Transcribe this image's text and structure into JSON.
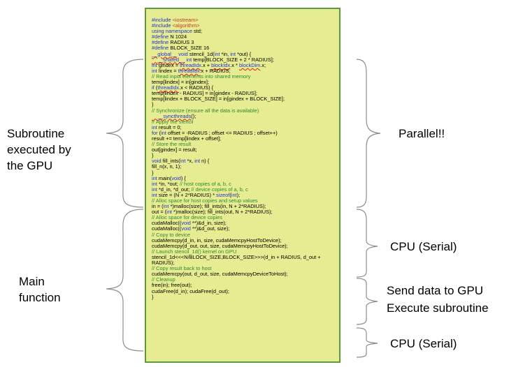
{
  "code_lines": [
    [
      {
        "t": "#include ",
        "c": "kw"
      },
      {
        "t": "<iostream>",
        "c": "inc"
      }
    ],
    [
      {
        "t": "#include ",
        "c": "kw"
      },
      {
        "t": "<algorithm>",
        "c": "inc"
      }
    ],
    [
      {
        "t": "using namespace ",
        "c": "kw"
      },
      {
        "t": "std;"
      }
    ],
    [
      {
        "t": "#define ",
        "c": "kw"
      },
      {
        "t": "N 1024"
      }
    ],
    [
      {
        "t": "#define ",
        "c": "kw"
      },
      {
        "t": "RADIUS 3"
      }
    ],
    [
      {
        "t": "#define ",
        "c": "kw"
      },
      {
        "t": "BLOCK_SIZE 16"
      }
    ],
    [
      {
        "t": "__global__",
        "c": "kw",
        "w": true
      },
      {
        "t": " void ",
        "c": "kw"
      },
      {
        "t": "stencil_1d("
      },
      {
        "t": "int",
        "c": "kw"
      },
      {
        "t": " *in, "
      },
      {
        "t": "int",
        "c": "kw"
      },
      {
        "t": " *out) {"
      }
    ],
    [
      {
        "t": "    __shared__",
        "c": "kw",
        "w": true
      },
      {
        "t": " int ",
        "c": "kw"
      },
      {
        "t": "temp[BLOCK_SIZE + 2 * RADIUS];"
      }
    ],
    [
      {
        "t": "int",
        "c": "kw"
      },
      {
        "t": " gindex = "
      },
      {
        "t": "threadIdx",
        "c": "kw",
        "w": true
      },
      {
        "t": ".x + "
      },
      {
        "t": "blockIdx",
        "c": "kw",
        "w": true
      },
      {
        "t": ".x * "
      },
      {
        "t": "blockDim",
        "c": "kw",
        "w": true
      },
      {
        "t": ".x;"
      }
    ],
    [
      {
        "t": "int",
        "c": "kw"
      },
      {
        "t": " lindex = "
      },
      {
        "t": "threadIdx",
        "c": "kw",
        "w": true
      },
      {
        "t": ".x + RADIUS;"
      }
    ],
    [
      {
        "t": "// Read input elements into shared memory",
        "c": "cm"
      }
    ],
    [
      {
        "t": "temp[lindex] = in[gindex];"
      }
    ],
    [
      {
        "t": "if",
        "c": "kw"
      },
      {
        "t": " ("
      },
      {
        "t": "threadIdx",
        "c": "kw",
        "w": true
      },
      {
        "t": ".x < RADIUS) {"
      }
    ],
    [
      {
        "t": "temp[lindex - RADIUS] = in[gindex - RADIUS];"
      }
    ],
    [
      {
        "t": "temp[lindex + BLOCK_SIZE] = in[gindex + BLOCK_SIZE];"
      }
    ],
    [
      {
        "t": "}"
      }
    ],
    [
      {
        "t": "// Synchronize (ensure all the data is available)",
        "c": "cm"
      }
    ],
    [
      {
        "t": "    __syncthreads",
        "c": "kw",
        "w": true
      },
      {
        "t": "();"
      }
    ],
    [
      {
        "t": "// Apply the stencil",
        "c": "cm"
      }
    ],
    [
      {
        "t": "int",
        "c": "kw"
      },
      {
        "t": " result = 0;"
      }
    ],
    [
      {
        "t": "for",
        "c": "kw"
      },
      {
        "t": " ("
      },
      {
        "t": "int",
        "c": "kw"
      },
      {
        "t": " offset = -RADIUS ; offset <= RADIUS ; offset++)"
      }
    ],
    [
      {
        "t": "result += temp[lindex + offset];"
      }
    ],
    [
      {
        "t": "// Store the result",
        "c": "cm"
      }
    ],
    [
      {
        "t": "out[gindex] = result;"
      }
    ],
    [
      {
        "t": "}"
      }
    ],
    [
      {
        "t": "void",
        "c": "kw"
      },
      {
        "t": " fill_ints("
      },
      {
        "t": "int",
        "c": "kw"
      },
      {
        "t": " *x, "
      },
      {
        "t": "int",
        "c": "kw"
      },
      {
        "t": " n) {"
      }
    ],
    [
      {
        "t": "fill_n(x, n, 1);"
      }
    ],
    [
      {
        "t": "}"
      }
    ],
    [
      {
        "t": "int",
        "c": "kw"
      },
      {
        "t": " main("
      },
      {
        "t": "void",
        "c": "kw"
      },
      {
        "t": ") {"
      }
    ],
    [
      {
        "t": "int",
        "c": "kw"
      },
      {
        "t": " *in, *out; "
      },
      {
        "t": "// host copies of a, b, c",
        "c": "cm"
      }
    ],
    [
      {
        "t": "int",
        "c": "kw"
      },
      {
        "t": " *d_in, *d_out; "
      },
      {
        "t": "// device copies of a, b, c",
        "c": "cm"
      }
    ],
    [
      {
        "t": "int",
        "c": "kw"
      },
      {
        "t": " size = (N + 2*RADIUS) * "
      },
      {
        "t": "sizeof",
        "c": "kw"
      },
      {
        "t": "("
      },
      {
        "t": "int",
        "c": "kw"
      },
      {
        "t": ");"
      }
    ],
    [
      {
        "t": "// Alloc space for host copies and setup values",
        "c": "cm"
      }
    ],
    [
      {
        "t": "in = ("
      },
      {
        "t": "int",
        "c": "kw"
      },
      {
        "t": " *)malloc(size); fill_ints(in, N + 2*RADIUS);"
      }
    ],
    [
      {
        "t": "out = ("
      },
      {
        "t": "int",
        "c": "kw"
      },
      {
        "t": " *)malloc(size); fill_ints(out, N + 2*RADIUS);"
      }
    ],
    [
      {
        "t": "// Alloc space for device copies",
        "c": "cm"
      }
    ],
    [
      {
        "t": "cudaMalloc(("
      },
      {
        "t": "void",
        "c": "kw"
      },
      {
        "t": " **)&d_in, size);"
      }
    ],
    [
      {
        "t": "cudaMalloc(("
      },
      {
        "t": "void",
        "c": "kw"
      },
      {
        "t": " **)&d_out, size);"
      }
    ],
    [
      {
        "t": "// Copy to device",
        "c": "cm"
      }
    ],
    [
      {
        "t": "cudaMemcpy(d_in, in, size, cudaMemcpyHostToDevice);"
      }
    ],
    [
      {
        "t": "cudaMemcpy(d_out, out, size, cudaMemcpyHostToDevice);"
      }
    ],
    [
      {
        "t": "// Launch stencil_1d() kernel on GPU",
        "c": "cm"
      }
    ],
    [
      {
        "t": "stencil_1d<<<N/BLOCK_SIZE,BLOCK_SIZE>>>(d_in + RADIUS, d_out +"
      }
    ],
    [
      {
        "t": "RADIUS);"
      }
    ],
    [
      {
        "t": "// Copy result back to host",
        "c": "cm"
      }
    ],
    [
      {
        "t": "cudaMemcpy(out, d_out, size, cudaMemcpyDeviceToHost);"
      }
    ],
    [
      {
        "t": "// Cleanup",
        "c": "cm"
      }
    ],
    [
      {
        "t": "free(in); free(out);"
      }
    ],
    [
      {
        "t": "cudaFree(d_in); cudaFree(d_out);"
      }
    ],
    [
      {
        "t": "}"
      }
    ]
  ],
  "left_labels": {
    "subroutine": [
      "Subroutine",
      "executed by",
      "the GPU"
    ],
    "main": [
      "Main",
      "function"
    ]
  },
  "right_labels": {
    "parallel": "Parallel!!",
    "cpu_serial_1": "CPU (Serial)",
    "send_data": "Send data to GPU",
    "execute": "Execute subroutine",
    "cpu_serial_2": "CPU (Serial)"
  },
  "colors": {
    "panel_bg": "#e6ec92",
    "panel_border": "#5d9b3a",
    "keyword": "#2233cc",
    "include_path": "#c23b22",
    "comment": "#2f8a2f"
  }
}
